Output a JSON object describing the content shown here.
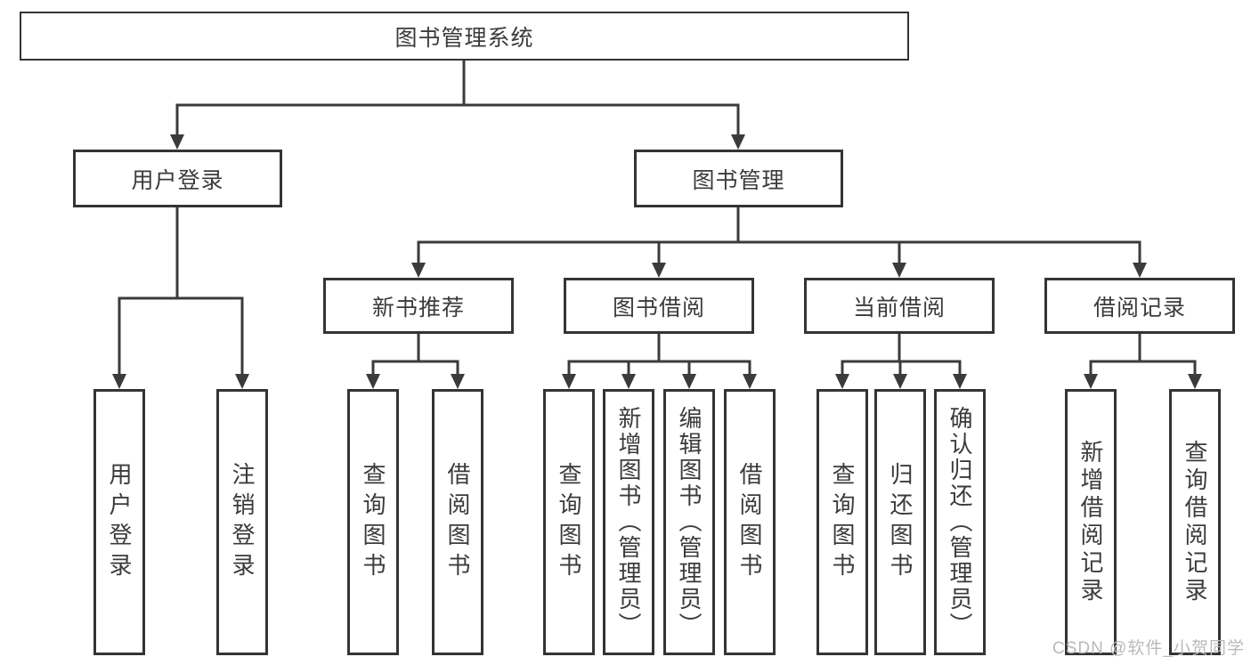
{
  "tree": {
    "root": {
      "label": "图书管理系统"
    },
    "branches": [
      {
        "label": "用户登录",
        "children": [
          {
            "label": "用户登录"
          },
          {
            "label": "注销登录"
          }
        ]
      },
      {
        "label": "图书管理",
        "children": [
          {
            "label": "新书推荐",
            "children": [
              {
                "label": "查询图书"
              },
              {
                "label": "借阅图书"
              }
            ]
          },
          {
            "label": "图书借阅",
            "children": [
              {
                "label": "查询图书"
              },
              {
                "label": "新增图书（管理员）"
              },
              {
                "label": "编辑图书（管理员）"
              },
              {
                "label": "借阅图书"
              }
            ]
          },
          {
            "label": "当前借阅",
            "children": [
              {
                "label": "查询图书"
              },
              {
                "label": "归还图书"
              },
              {
                "label": "确认归还（管理员）"
              }
            ]
          },
          {
            "label": "借阅记录",
            "children": [
              {
                "label": "新增借阅记录"
              },
              {
                "label": "查询借阅记录"
              }
            ]
          }
        ]
      }
    ]
  },
  "watermark": {
    "text": "CSDN @软件_小贺同学"
  },
  "colors": {
    "line": "#3b3b3b",
    "text": "#3b3b3b",
    "border": "#343434",
    "background": "#ffffff",
    "watermark": "#b9b9b9"
  }
}
